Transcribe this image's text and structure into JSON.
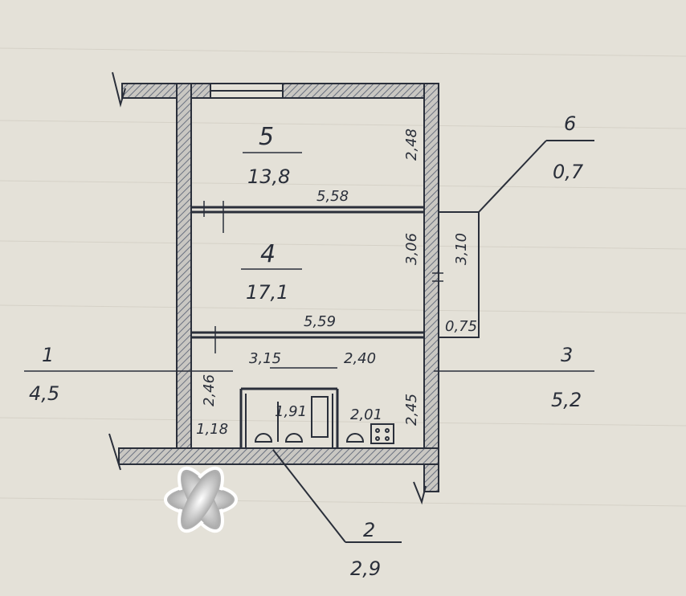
{
  "rooms": [
    {
      "number": "5",
      "area": "13,8"
    },
    {
      "number": "4",
      "area": "17,1"
    },
    {
      "number": "6",
      "area": "0,7"
    },
    {
      "number": "1",
      "area": "4,5"
    },
    {
      "number": "3",
      "area": "5,2"
    },
    {
      "number": "2",
      "area": "2,9"
    }
  ],
  "dimensions": {
    "room5_width": "5,58",
    "room4_width": "5,59",
    "room5_height": "2,48",
    "room4_height_a": "3,06",
    "room4_height_b": "3,10",
    "closet_width": "0,75",
    "corridor_a": "3,15",
    "corridor_b": "2,40",
    "corridor_height": "2,46",
    "bath_height": "2,45",
    "wc_width": "1,91",
    "kitchen_width": "2,01",
    "entry_width": "1,18"
  },
  "colors": {
    "ink": "#2a2f3a",
    "paper": "#e4e1d8",
    "hatch": "#6a7180"
  }
}
